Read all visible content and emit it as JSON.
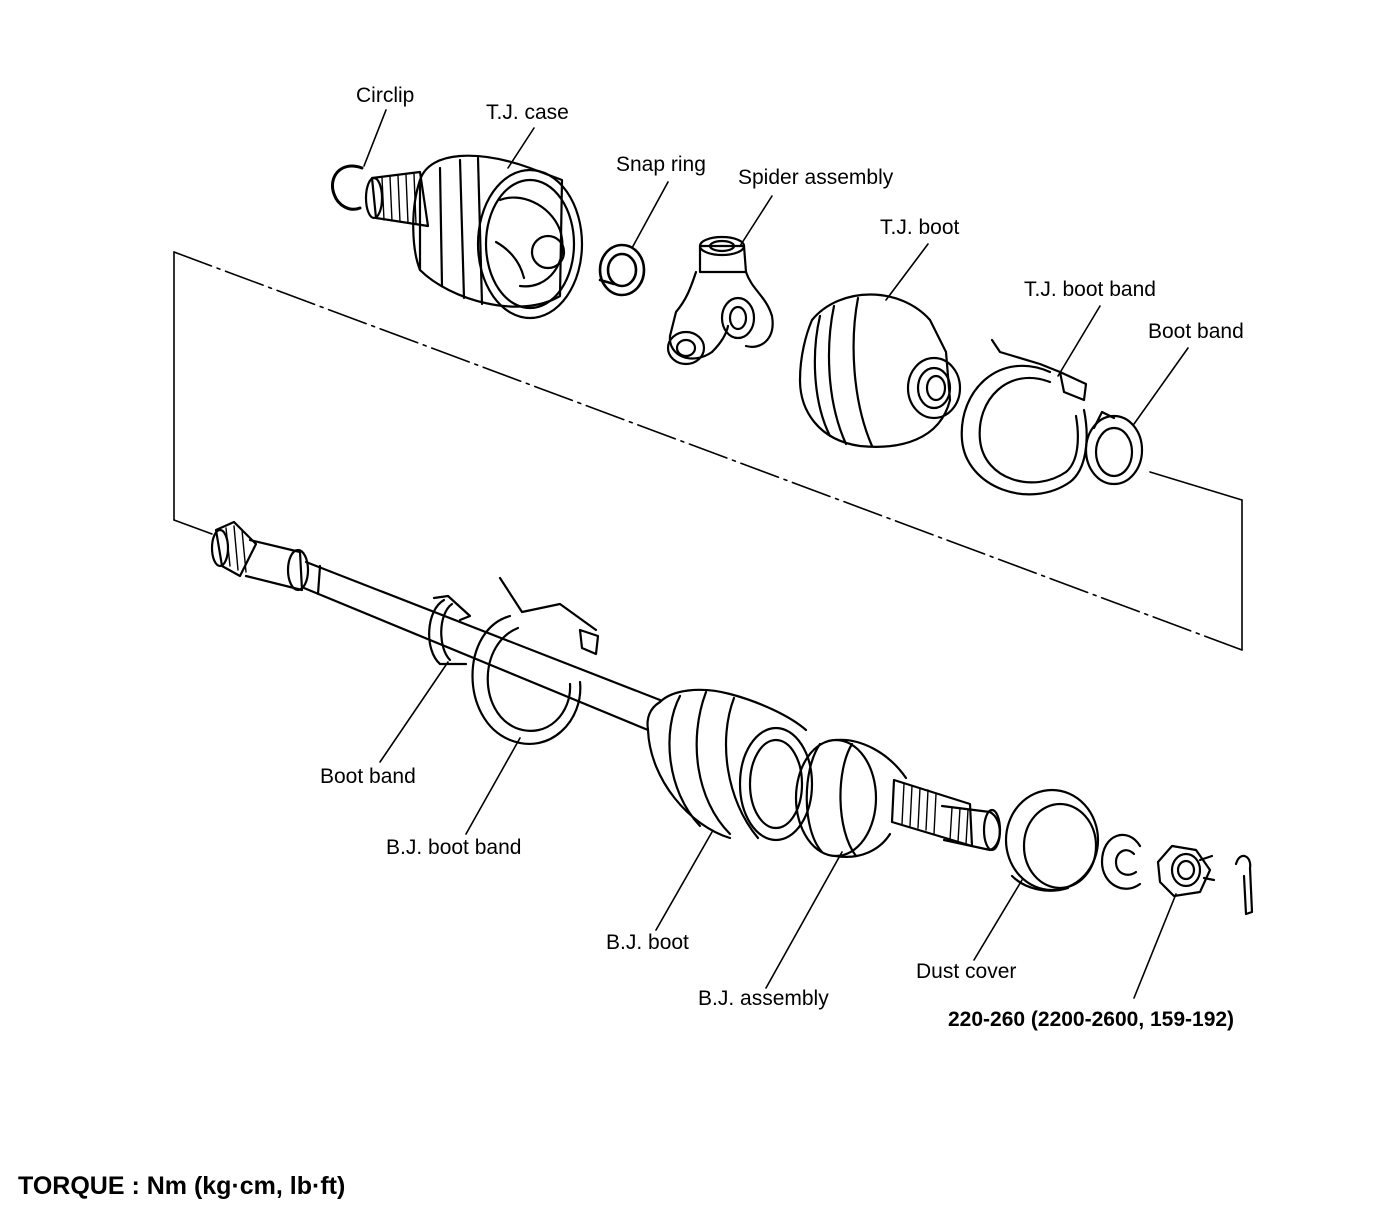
{
  "labels": {
    "circlip": "Circlip",
    "tj_case": "T.J. case",
    "snap_ring": "Snap ring",
    "spider_assembly": "Spider assembly",
    "tj_boot": "T.J. boot",
    "tj_boot_band": "T.J. boot band",
    "boot_band_top": "Boot band",
    "boot_band_bottom": "Boot band",
    "bj_boot_band": "B.J. boot band",
    "bj_boot": "B.J. boot",
    "bj_assembly": "B.J. assembly",
    "dust_cover": "Dust cover",
    "nut_torque": "220-260 (2200-2600, 159-192)"
  },
  "torque_note": "TORQUE : Nm (kg·cm, lb·ft)"
}
